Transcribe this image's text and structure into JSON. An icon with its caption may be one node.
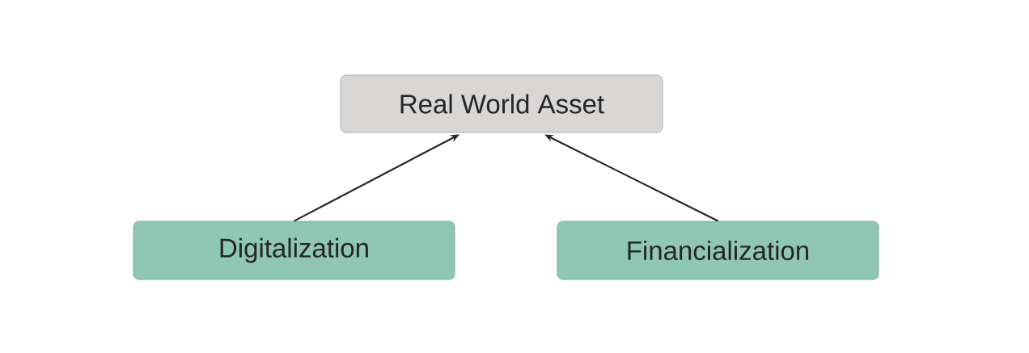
{
  "diagram": {
    "nodes": [
      {
        "text": [
          "Real World Asset"
        ]
      },
      {
        "text": [
          "Digitalization"
        ]
      },
      {
        "text": [
          "Financialization"
        ]
      }
    ],
    "edges": [
      {
        "from": 1,
        "to": 0,
        "arrow": "to"
      },
      {
        "from": 2,
        "to": 0,
        "arrow": "to"
      }
    ]
  }
}
